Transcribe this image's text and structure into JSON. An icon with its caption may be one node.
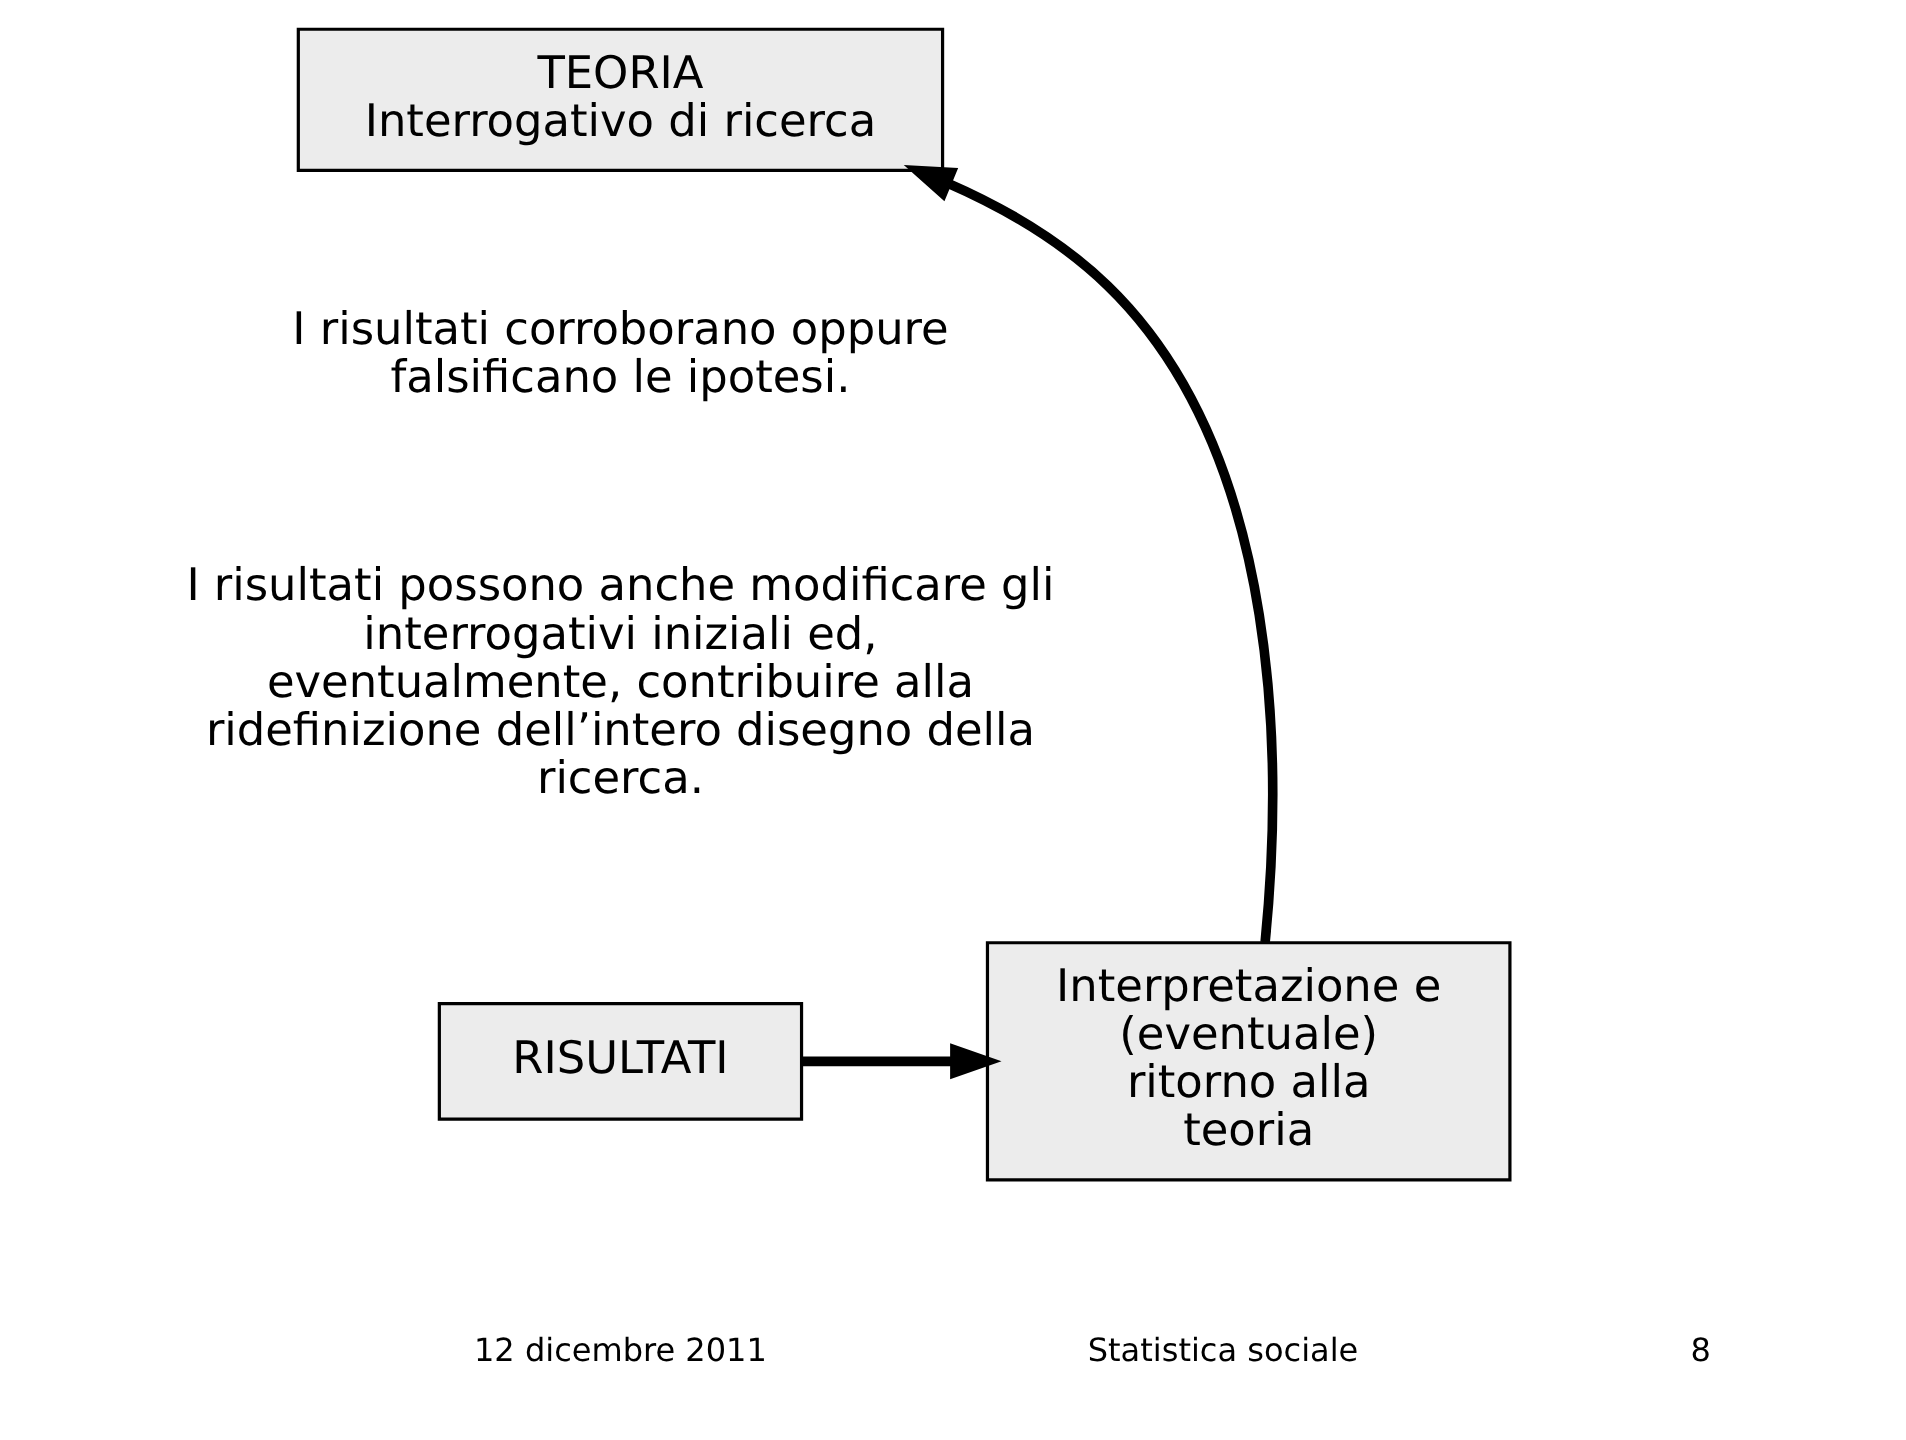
{
  "diagram": {
    "nodes": [
      {
        "text": [
          "TEORIA",
          "Interrogativo di ricerca"
        ]
      },
      {
        "text": [
          "RISULTATI"
        ]
      },
      {
        "text": [
          "Interpretazione e (eventuale) ritorno alla teoria"
        ]
      }
    ],
    "edges": [
      {
        "from": 1,
        "to": 2,
        "arrow": "to"
      },
      {
        "from": 2,
        "to": 0,
        "arrow": "to"
      }
    ],
    "labels": [
      "I risultati corroborano oppure falsificano le ipotesi.",
      "I risultati possono anche modificare gli interrogativi iniziali ed, eventualmente, contribuire alla ridefinizione dell’intero disegno della ricerca.",
      "12 dicembre 2011",
      "Statistica sociale",
      "8"
    ]
  }
}
